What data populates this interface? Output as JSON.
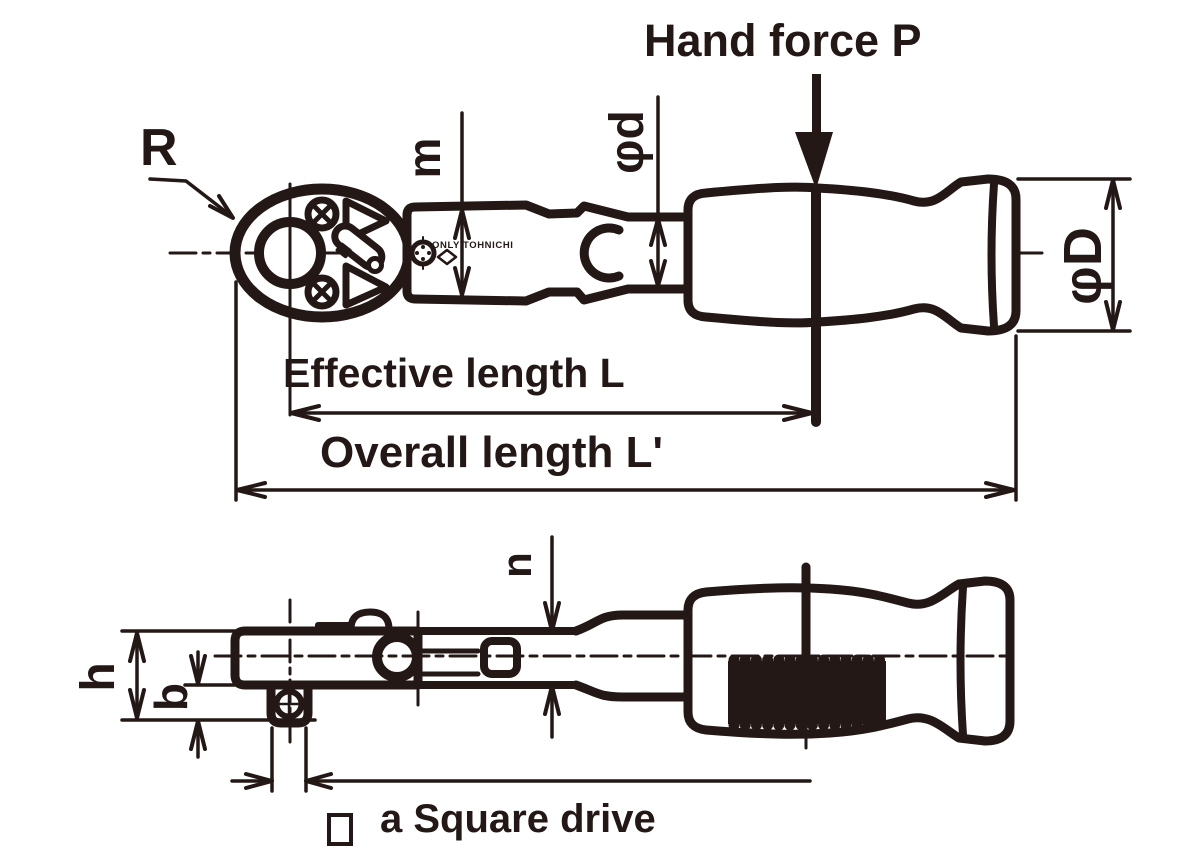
{
  "diagram": {
    "title_semantic": "torque wrench dimension drawing",
    "ink_color": "#231815",
    "background_color": "#ffffff"
  },
  "labels": {
    "hand_force": "Hand force P",
    "radius": "R",
    "m": "m",
    "phi_d": "φd",
    "phi_D": "φD",
    "effective_length": "Effective length L",
    "overall_length": "Overall length L'",
    "n": "n",
    "h": "h",
    "b": "b",
    "square_drive": "a Square drive",
    "brand": "ONLY TOHNICHI"
  }
}
